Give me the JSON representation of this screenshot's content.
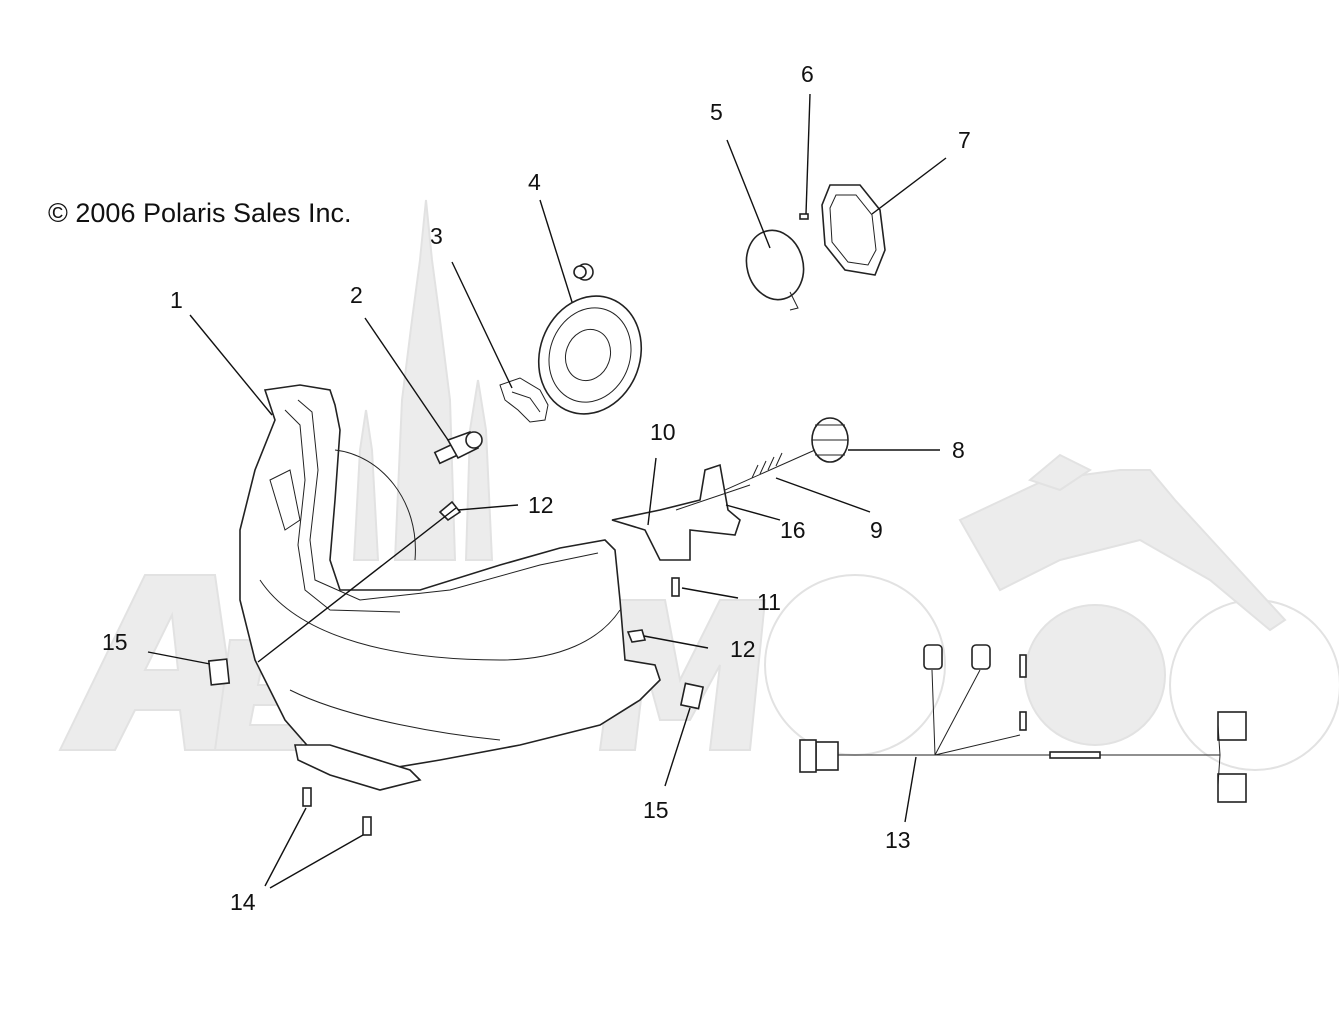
{
  "copyright": "© 2006 Polaris Sales Inc.",
  "watermark": "AeMo",
  "callouts": [
    {
      "id": "1",
      "text": "1"
    },
    {
      "id": "2",
      "text": "2"
    },
    {
      "id": "3",
      "text": "3"
    },
    {
      "id": "4",
      "text": "4"
    },
    {
      "id": "5",
      "text": "5"
    },
    {
      "id": "6",
      "text": "6"
    },
    {
      "id": "7",
      "text": "7"
    },
    {
      "id": "8",
      "text": "8"
    },
    {
      "id": "9",
      "text": "9"
    },
    {
      "id": "10",
      "text": "10"
    },
    {
      "id": "11",
      "text": "11"
    },
    {
      "id": "12a",
      "text": "12"
    },
    {
      "id": "12b",
      "text": "12"
    },
    {
      "id": "13",
      "text": "13"
    },
    {
      "id": "14",
      "text": "14"
    },
    {
      "id": "15a",
      "text": "15"
    },
    {
      "id": "15b",
      "text": "15"
    },
    {
      "id": "16",
      "text": "16"
    }
  ],
  "colors": {
    "line": "#222222",
    "watermark": "#ececec",
    "text": "#111111"
  }
}
